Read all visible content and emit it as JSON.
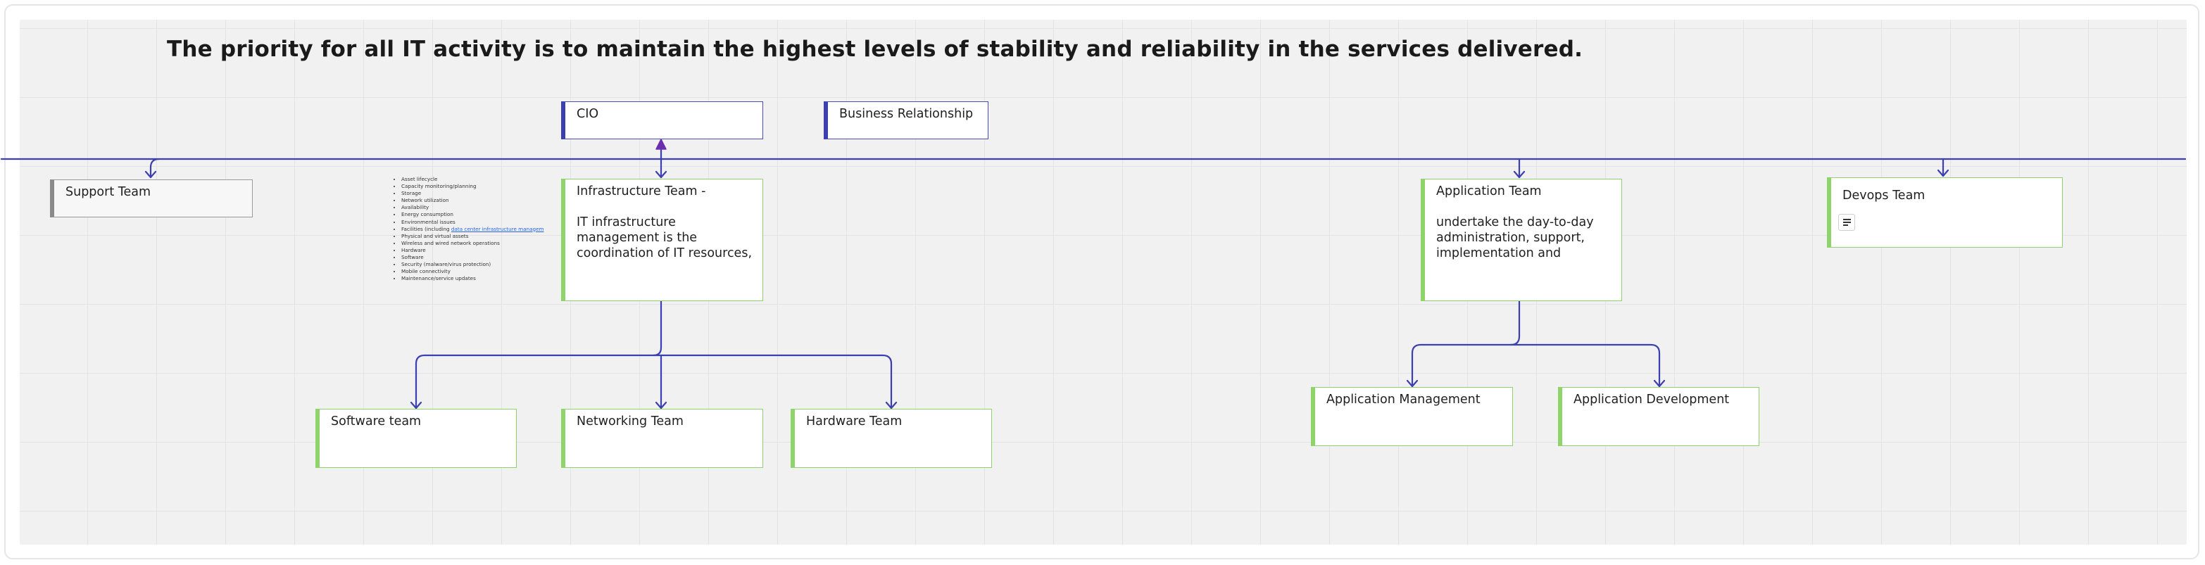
{
  "headline": "The priority for all IT activity is to maintain the highest levels of stability and reliability in the services delivered.",
  "colors": {
    "connector": "#3b3fb0",
    "leadership_accent": "#3b3fb0",
    "team_accent": "#8ed46a",
    "support_accent": "#8a8a8a"
  },
  "leadership": {
    "cio": "CIO",
    "business_relationship": "Business Relationship"
  },
  "teams": {
    "support": {
      "title": "Support Team"
    },
    "infrastructure": {
      "title": "Infrastructure Team -",
      "body": "IT infrastructure management is the coordination of IT resources,"
    },
    "application": {
      "title": "Application Team",
      "body": "undertake the day-to-day administration, support, implementation and"
    },
    "devops": {
      "title": "Devops Team",
      "note_icon": "document-icon"
    }
  },
  "sub_teams": {
    "software": "Software team",
    "networking": "Networking Team",
    "hardware": "Hardware Team",
    "app_management": "Application Management",
    "app_development": "Application Development"
  },
  "infrastructure_notes": {
    "items": [
      "Asset lifecycle",
      "Capacity monitoring/planning",
      "Storage",
      "Network utilization",
      "Availability",
      "Energy consumption",
      "Environmental issues",
      "Facilities (including ",
      "Physical and virtual assets",
      "Wireless and wired network operations",
      "Hardware",
      "Software",
      "Security (malware/virus protection)",
      "Mobile connectivity",
      "Maintenance/service updates"
    ],
    "facilities_link": "data center infrastructure managem"
  }
}
